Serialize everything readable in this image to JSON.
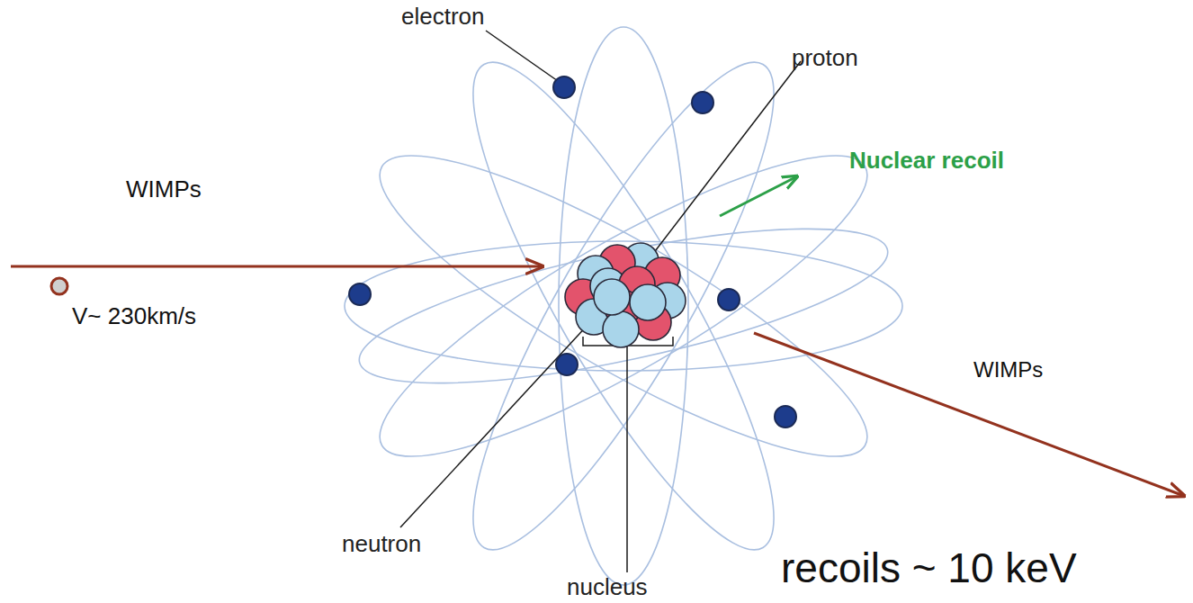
{
  "diagram": {
    "labels": [
      "electron",
      "proton",
      "WIMPs",
      "Nuclear recoil",
      "V~ 230km/s",
      "WIMPs",
      "neutron",
      "recoils ~ 10 keV",
      "nucleus"
    ]
  }
}
